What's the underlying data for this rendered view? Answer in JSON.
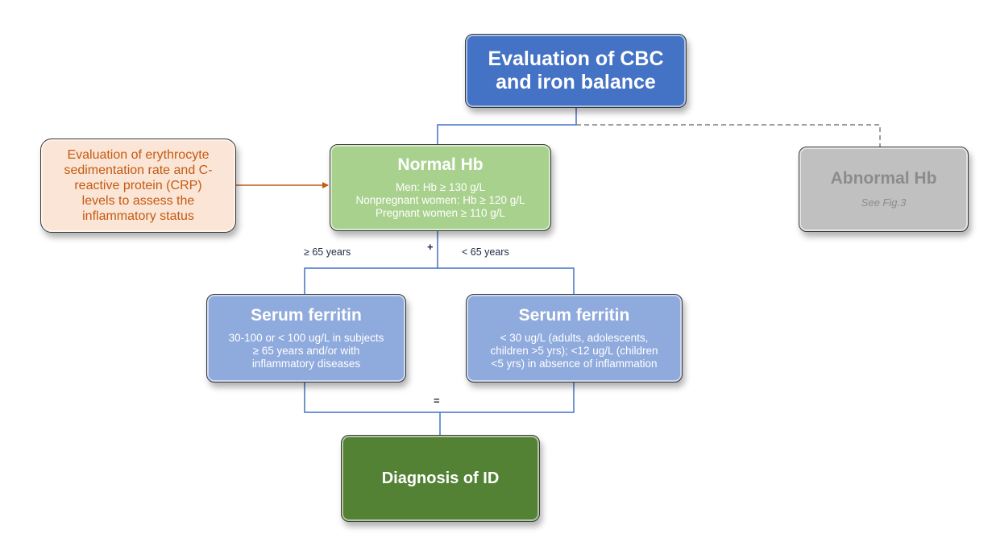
{
  "boxes": {
    "cbc": {
      "title": "Evaluation of CBC\nand iron balance"
    },
    "normal_hb": {
      "title": "Normal Hb",
      "lines": "Men: Hb ≥ 130 g/L\nNonpregnant women: Hb ≥ 120 g/L\nPregnant women ≥ 110 g/L"
    },
    "abnormal_hb": {
      "title": "Abnormal Hb",
      "note": "See Fig.3"
    },
    "inflammation": {
      "text": "Evaluation of erythrocyte\nsedimentation rate and C-\nreactive protein (CRP)\nlevels to assess the\ninflammatory status"
    },
    "ferritin_old": {
      "title": "Serum ferritin",
      "text": "30-100 or < 100 ug/L in subjects\n≥ 65 years and/or with\ninflammatory diseases"
    },
    "ferritin_young": {
      "title": "Serum ferritin",
      "text": "< 30 ug/L (adults, adolescents,\nchildren >5 yrs); <12 ug/L (children\n<5 yrs) in absence of inflammation"
    },
    "diagnosis": {
      "title": "Diagnosis of ID"
    }
  },
  "labels": {
    "age_old": "≥ 65 years",
    "age_young": "< 65 years",
    "plus": "+",
    "equals": "="
  },
  "colors": {
    "cbc": "#4472c4",
    "normal_hb": "#a9d18e",
    "abnormal_hb": "#c0c0c0",
    "inflammation_fill": "#fbe5d6",
    "inflammation_text": "#c55a11",
    "ferritin": "#8faadc",
    "diagnosis": "#548235",
    "connector": "#4472c4",
    "dashed": "#7f7f7f"
  }
}
